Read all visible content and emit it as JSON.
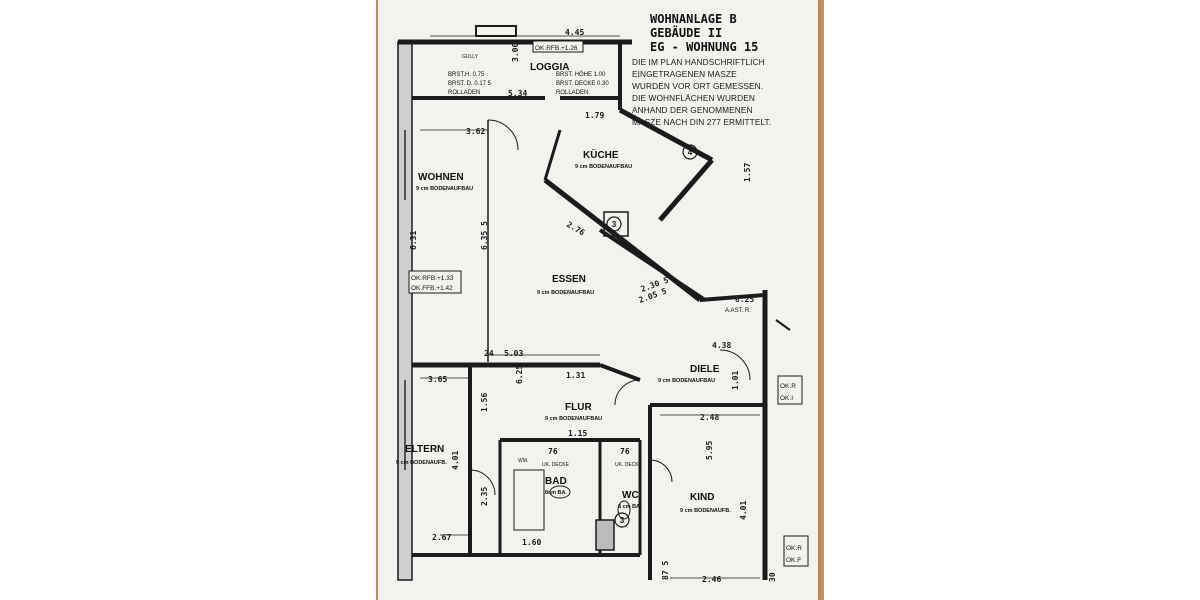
{
  "header": {
    "line1": "WOHNANLAGE B",
    "line2": "GEBÄUDE II",
    "line3": "EG - WOHNUNG 15"
  },
  "note": "DIE IM PLAN HANDSCHRIFTLICH EINGETRAGENEN MASZE WURDEN VOR ORT GEMESSEN. DIE WOHNFLÄCHEN WURDEN ANHAND DER GENOMMENEN MASZE NACH DIN 277 ERMITTELT.",
  "rooms": {
    "loggia": "LOGGIA",
    "wohnen": "WOHNEN",
    "wohnen_sub": "9 cm BODENAUFBAU",
    "kueche": "KÜCHE",
    "kueche_sub": "9 cm BODENAUFBAU",
    "essen": "ESSEN",
    "essen_sub": "9 cm BODENAUFBAU",
    "diele": "DIELE",
    "diele_sub": "9 cm BODENAUFBAU",
    "flur": "FLUR",
    "flur_sub": "9 cm BODENAUFBAU",
    "eltern": "ELTERN",
    "eltern_sub": "9 cm BODENAUFB.",
    "bad": "BAD",
    "bad_sub": "8cm BA.",
    "wc": "WC",
    "wc_sub": "8 cm BA.",
    "kind": "KIND",
    "kind_sub": "9 cm BODENAUFB."
  },
  "labels": {
    "okrfb_top": "OK.RFB.+1.26",
    "okrfb_left1": "OK.RFB.+1.33",
    "okrfb_left2": "OK.FFB.+1.42",
    "gully": "GULLY",
    "brst_left1": "BRST.H. 0.75",
    "brst_left2": "BRST. D. 0.17 5",
    "brst_left3": "ROLLADEN",
    "brst_mid1": "BRST. HÖHE 1.00",
    "brst_mid2": "BRST. DECKE 0.30",
    "brst_mid3": "ROLLADEN",
    "aast": "A.AST. R.",
    "wm": "WM.",
    "uk_decke1": "UK. DECKE",
    "uk_decke2": "UK. DECKE",
    "ok_right1": "OK.R",
    "ok_right2": "OK.I",
    "ok_right3": "OK.R",
    "ok_right4": "OK.F"
  },
  "dimensions": {
    "d_445": "4.45",
    "d_300": "3.00",
    "d_534": "5.34",
    "d_362": "3.62",
    "d_635": "6.35 5",
    "d_631": "6.31",
    "d_503": "5.03",
    "d_365": "3.65",
    "d_625": "6.25",
    "d_156": "1.56",
    "d_401": "4.01",
    "d_235": "2.35",
    "d_267": "2.67",
    "d_115": "1.15",
    "d_131": "1.31",
    "d_248": "2.48",
    "d_595": "5.95",
    "d_401b": "4.01",
    "d_246": "2.46",
    "d_276": "2.76",
    "d_230": "2.30 5",
    "d_205": "2.05 5",
    "d_24": "24",
    "d_76a": "76",
    "d_76b": "76",
    "d_101": "1.01",
    "d_438": "4.38",
    "d_825": "8.25",
    "d_160": "1.60",
    "d_875": "87 5",
    "d_30": "30",
    "d_179": "1.79",
    "d_157": "1.57"
  },
  "markers": {
    "m4": "4",
    "m3a": "3",
    "m3b": "3"
  }
}
